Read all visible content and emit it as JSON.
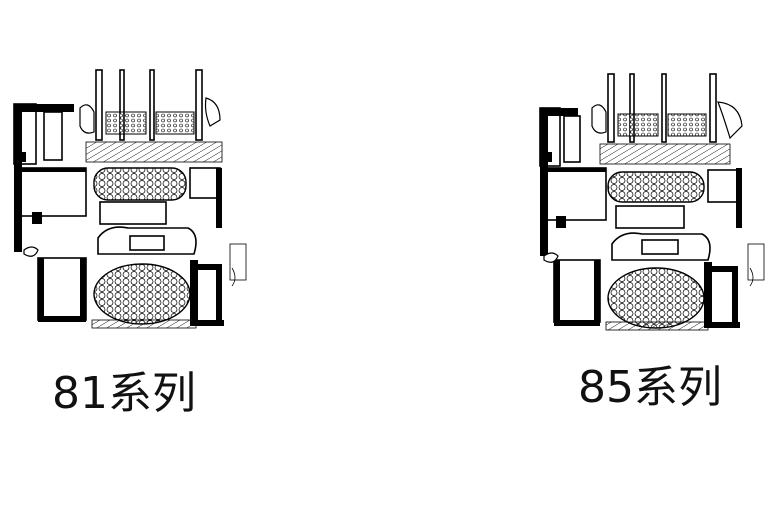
{
  "profiles": [
    {
      "id": "81",
      "caption": "81系列"
    },
    {
      "id": "85",
      "caption": "85系列"
    }
  ]
}
